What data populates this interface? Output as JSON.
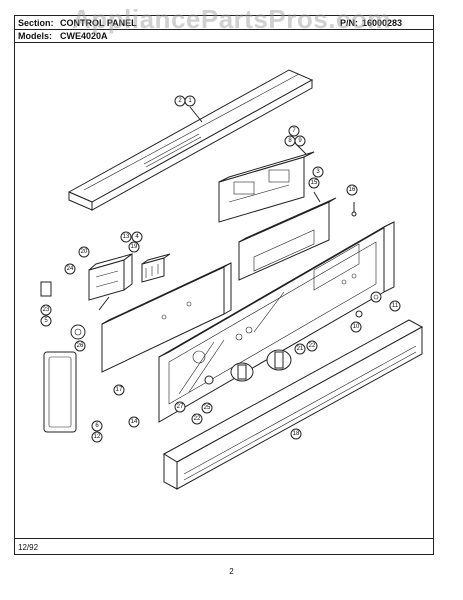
{
  "header": {
    "section_label": "Section:",
    "section_value": "CONTROL PANEL",
    "pn_label": "P/N:",
    "pn_value": "16000283",
    "models_label": "Models:",
    "models_value": "CWE4020A"
  },
  "watermark": "AppliancePartsPros.com",
  "footer": {
    "date": "12/92",
    "page_number": "2"
  },
  "callouts": [
    {
      "id": "c-2",
      "label": "2"
    },
    {
      "id": "c-1",
      "label": "1"
    },
    {
      "id": "c-7",
      "label": "7"
    },
    {
      "id": "c-8",
      "label": "8"
    },
    {
      "id": "c-9",
      "label": "9"
    },
    {
      "id": "c-3",
      "label": "3"
    },
    {
      "id": "c-15",
      "label": "15"
    },
    {
      "id": "c-16",
      "label": "16"
    },
    {
      "id": "c-13",
      "label": "13"
    },
    {
      "id": "c-4",
      "label": "4"
    },
    {
      "id": "c-19",
      "label": "19"
    },
    {
      "id": "c-20",
      "label": "20"
    },
    {
      "id": "c-24",
      "label": "24"
    },
    {
      "id": "c-23",
      "label": "23"
    },
    {
      "id": "c-5",
      "label": "5"
    },
    {
      "id": "c-26",
      "label": "26"
    },
    {
      "id": "c-17",
      "label": "17"
    },
    {
      "id": "c-11",
      "label": "11"
    },
    {
      "id": "c-10",
      "label": "10"
    },
    {
      "id": "c-21",
      "label": "21"
    },
    {
      "id": "c-22a",
      "label": "22"
    },
    {
      "id": "c-14",
      "label": "14"
    },
    {
      "id": "c-27",
      "label": "27"
    },
    {
      "id": "c-25",
      "label": "25"
    },
    {
      "id": "c-22b",
      "label": "22"
    },
    {
      "id": "c-6",
      "label": "6"
    },
    {
      "id": "c-12",
      "label": "12"
    },
    {
      "id": "c-18",
      "label": "18"
    }
  ]
}
